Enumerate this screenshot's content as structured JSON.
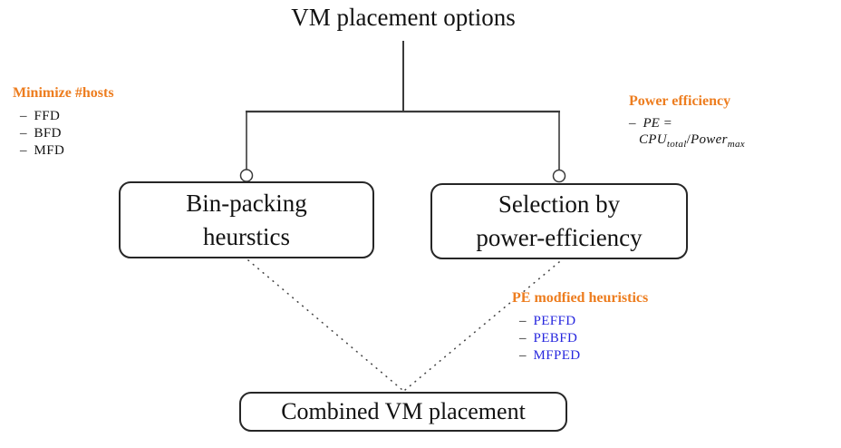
{
  "diagram": {
    "title": "VM placement options",
    "glyphs": {
      "dash": "–"
    },
    "colors": {
      "accent_orange": "#ED7D1F",
      "accent_blue": "#2727DE",
      "line": "#3a3a3a",
      "text": "#121212"
    },
    "nodes": {
      "bin_packing": {
        "line1": "Bin-packing",
        "line2": "heurstics"
      },
      "power_selection": {
        "line1": "Selection by",
        "line2": "power-efficiency"
      },
      "combined": {
        "label": "Combined VM placement"
      }
    },
    "annotations": {
      "minimize_hosts": {
        "title": "Minimize #hosts",
        "items": [
          "FFD",
          "BFD",
          "MFD"
        ]
      },
      "power_efficiency": {
        "title": "Power efficiency",
        "formula": {
          "lhs": "PE =",
          "numerator_base": "CPU",
          "numerator_sub": "total",
          "slash": "/",
          "denominator_base": "Power",
          "denominator_sub": "max"
        }
      },
      "pe_modified": {
        "title": "PE modfied heuristics",
        "items": [
          "PEFFD",
          "PEBFD",
          "MFPED"
        ]
      }
    }
  }
}
